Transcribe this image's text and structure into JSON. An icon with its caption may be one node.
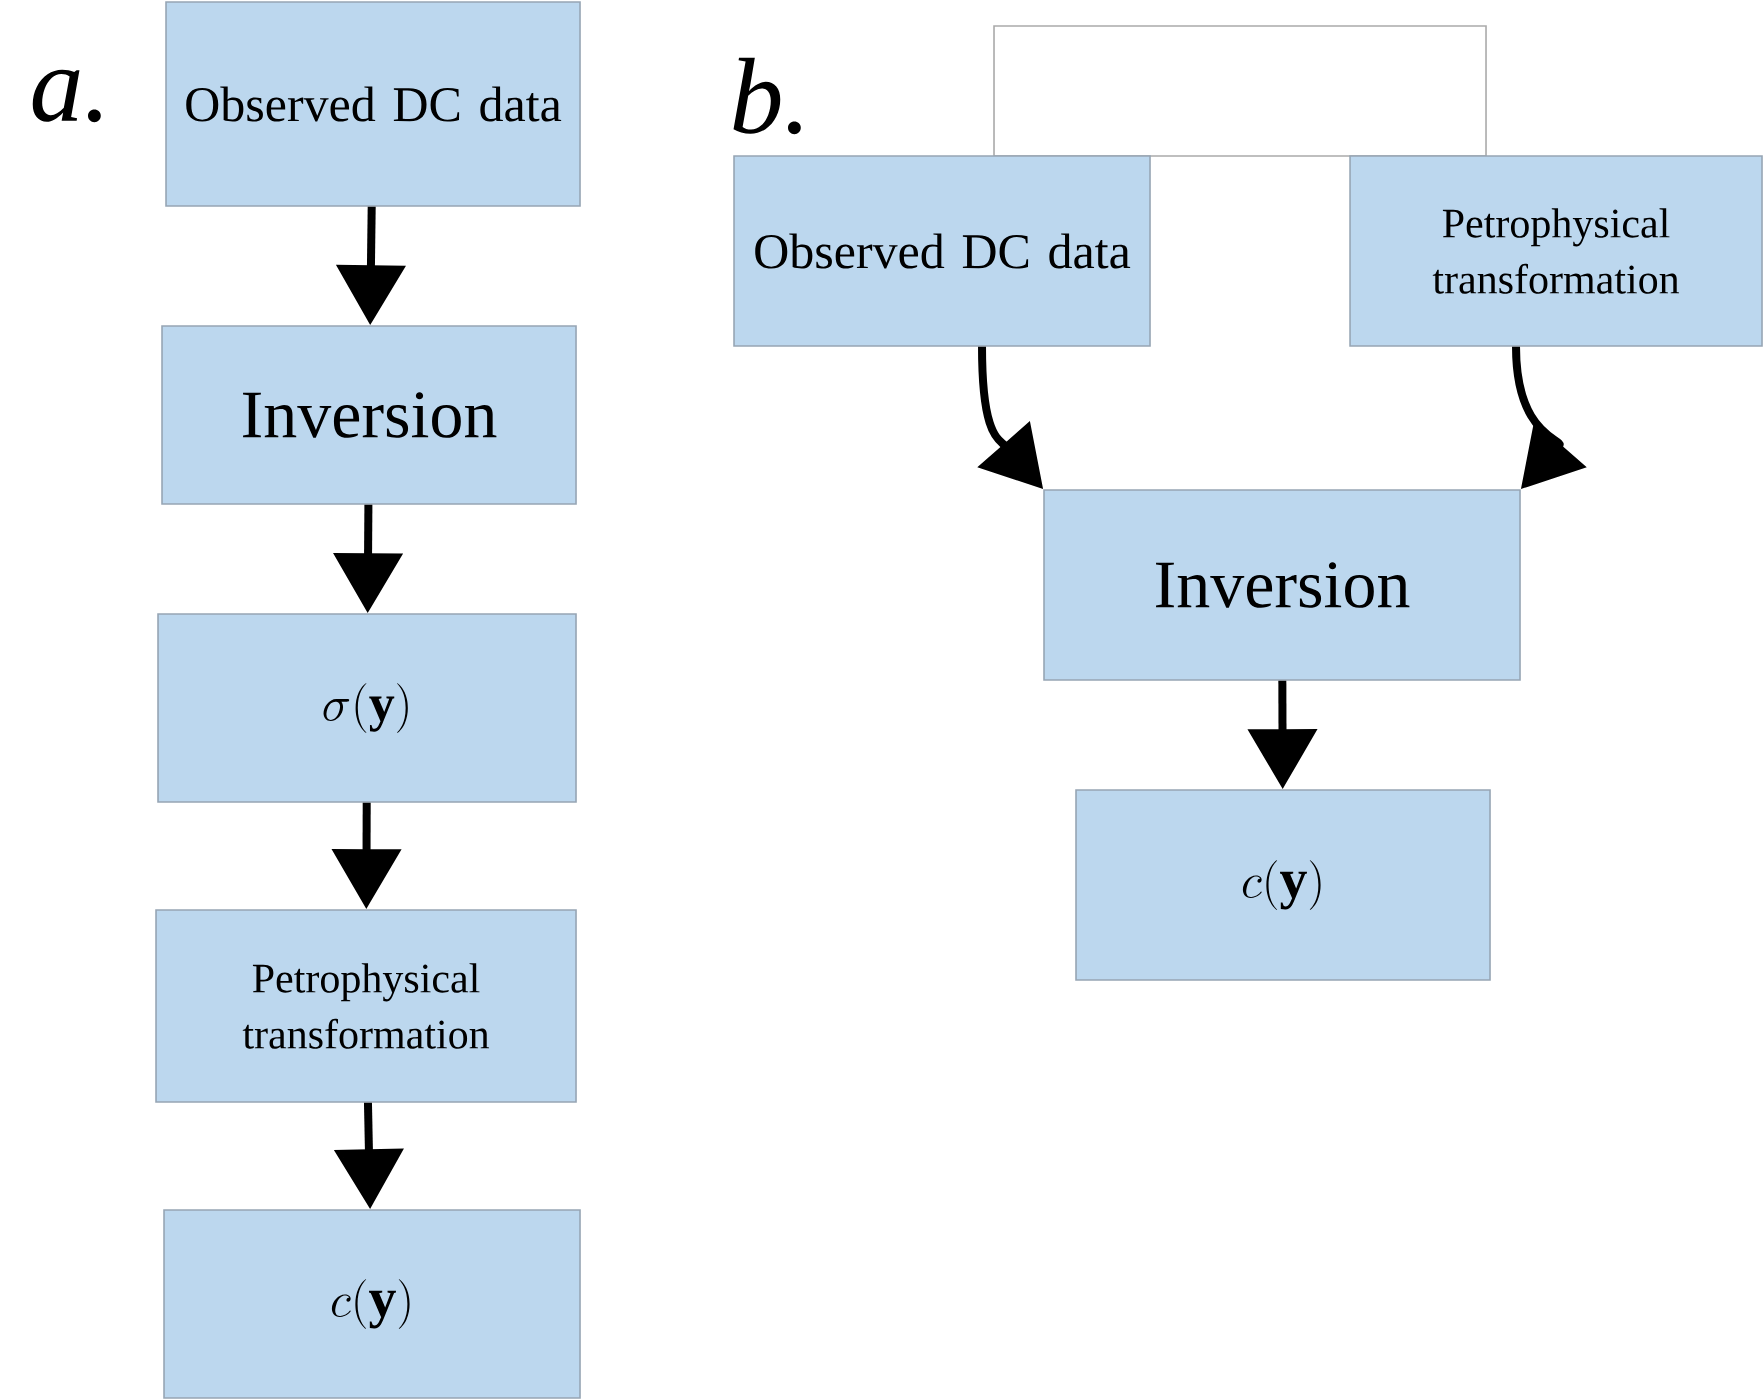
{
  "diagram": {
    "nodes": [
      {
        "text": [
          "Observed DC data"
        ]
      },
      {
        "text": [
          "Inversion"
        ]
      },
      {
        "text": [
          "\\sigma(\\mathbf{y})"
        ]
      },
      {
        "text": [
          "Petrophysical transformation"
        ]
      },
      {
        "text": [
          "c(\\mathbf{y})"
        ]
      },
      {
        "text": [],
        "shape": "box"
      },
      {
        "text": [
          "Observed DC data"
        ]
      },
      {
        "text": [
          "Petrophysical transformation"
        ]
      },
      {
        "text": [
          "Inversion"
        ]
      },
      {
        "text": [
          "c(\\mathbf{y})"
        ]
      }
    ],
    "edges": [
      {
        "from": 0,
        "to": 1,
        "arrow": "to"
      },
      {
        "from": 1,
        "to": 2,
        "arrow": "to"
      },
      {
        "from": 2,
        "to": 3,
        "arrow": "to"
      },
      {
        "from": 3,
        "to": 4,
        "arrow": "to"
      },
      {
        "from": 6,
        "to": 8,
        "arrow": "to"
      },
      {
        "from": 7,
        "to": 8,
        "arrow": "to"
      },
      {
        "from": 8,
        "to": 9,
        "arrow": "to"
      }
    ],
    "labels": [
      "a.",
      "b."
    ]
  }
}
